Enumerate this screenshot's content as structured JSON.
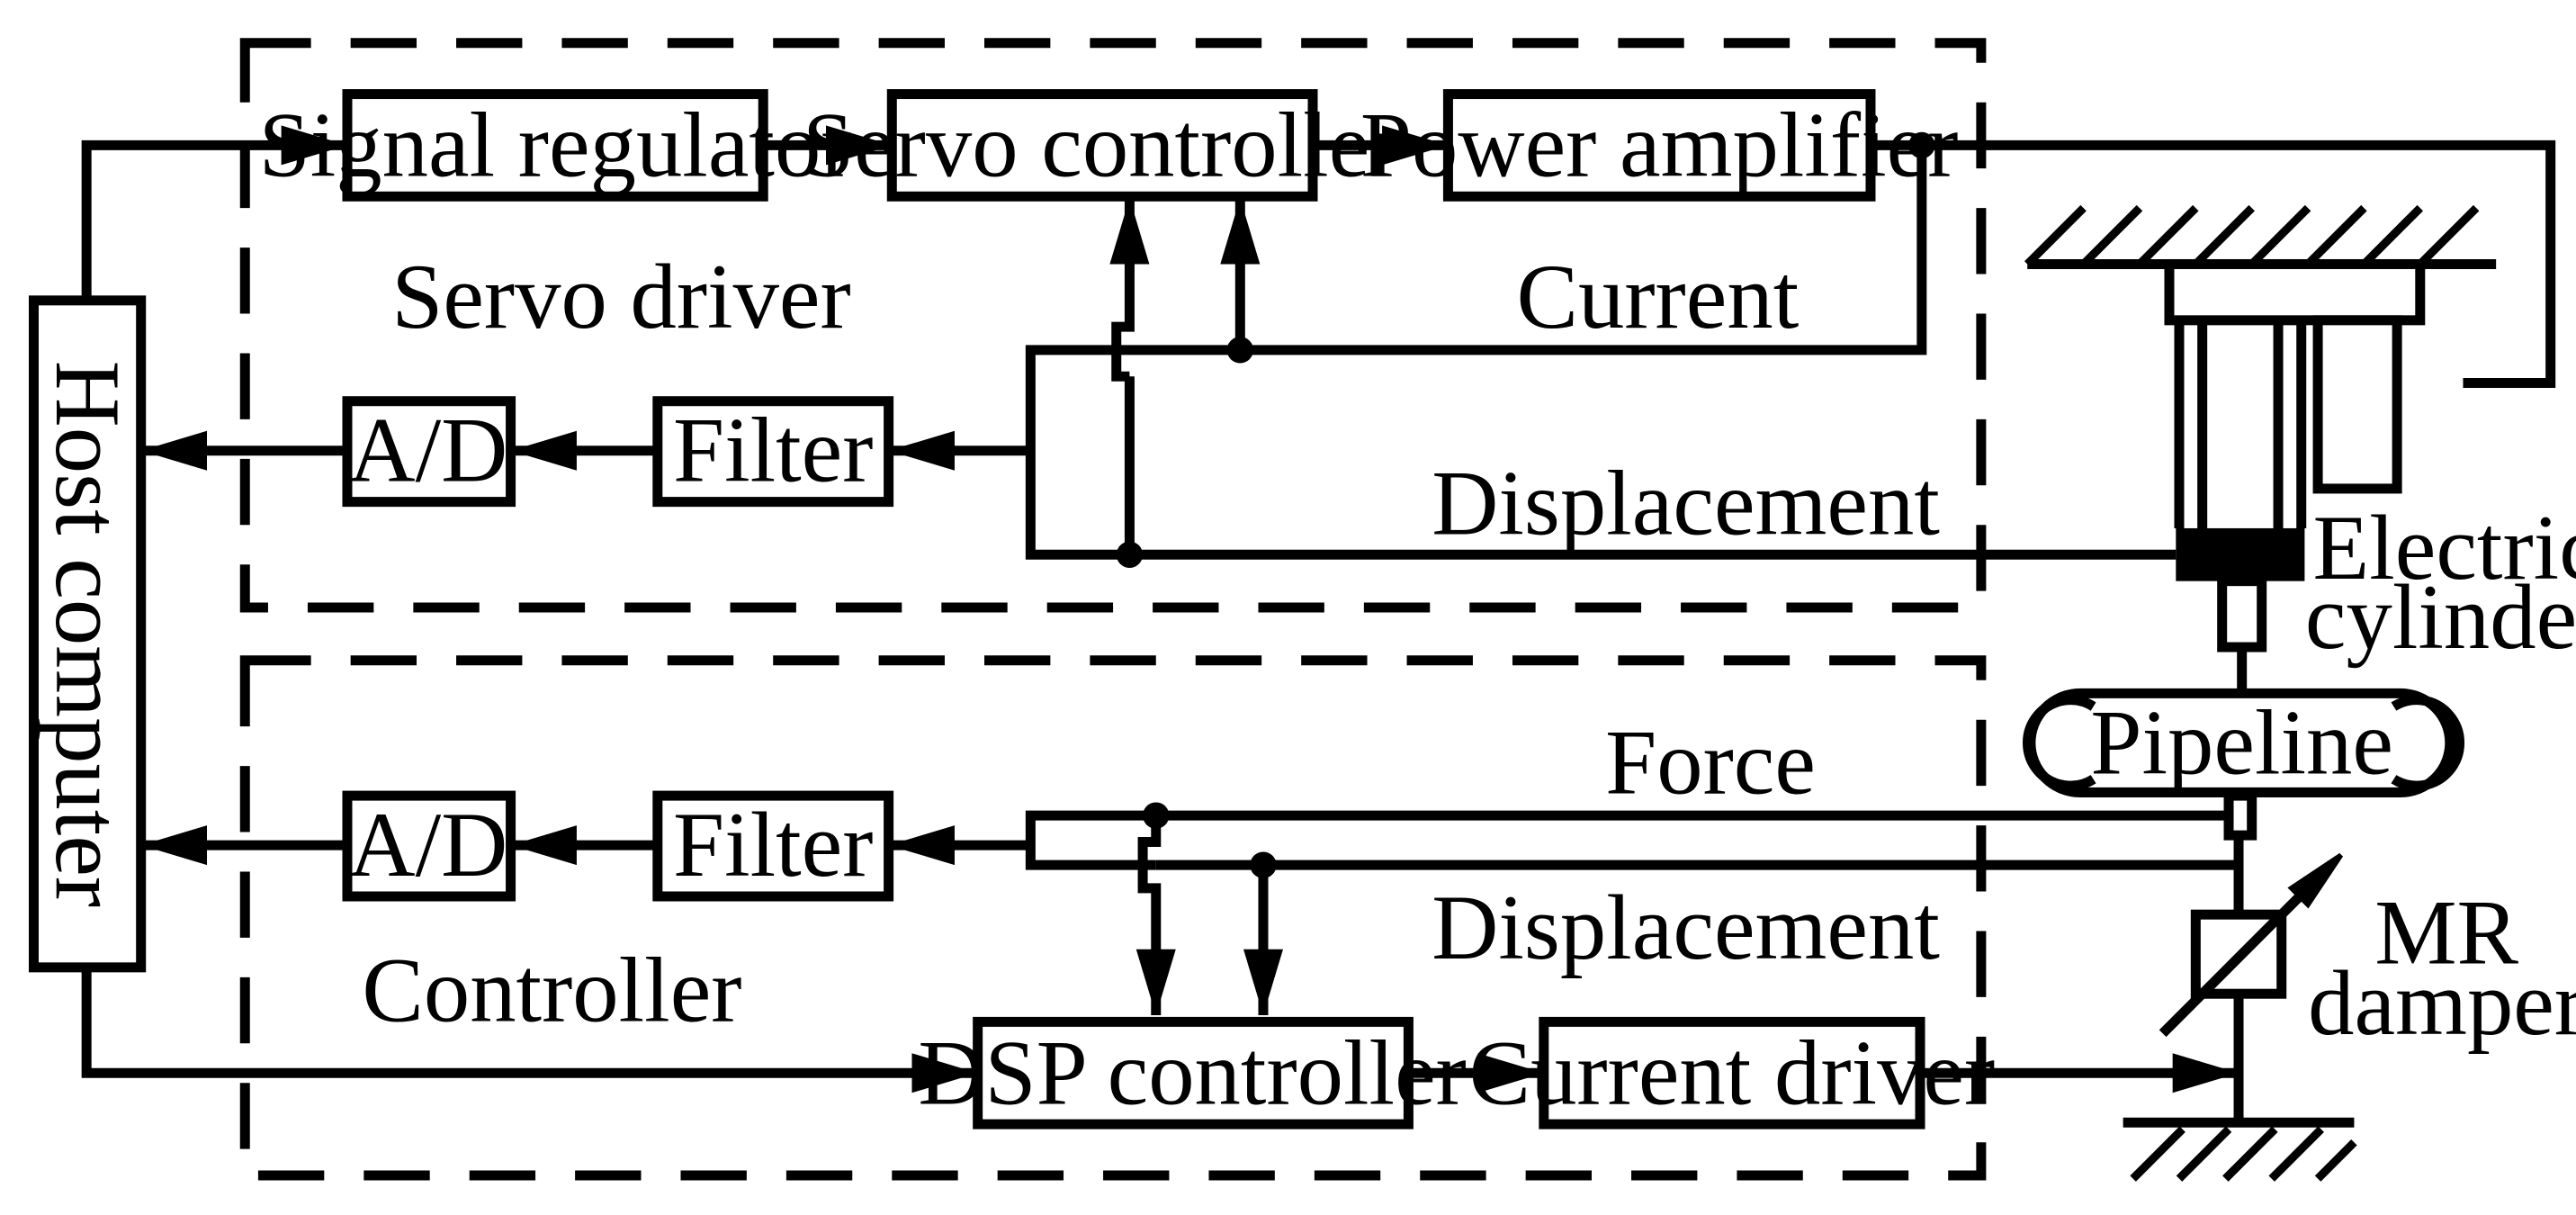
{
  "blocks": {
    "signal_regulator": "Signal regulator",
    "servo_controller": "Servo controller",
    "power_amplifier": "Power amplifier",
    "ad_top": "A/D",
    "filter_top": "Filter",
    "ad_bottom": "A/D",
    "filter_bottom": "Filter",
    "dsp_controller": "DSP controller",
    "current_driver": "Current driver",
    "host_computer": "Host computer",
    "pipeline": "Pipeline"
  },
  "labels": {
    "servo_driver": "Servo driver",
    "controller": "Controller",
    "current": "Current",
    "displacement_top": "Displacement",
    "force": "Force",
    "displacement_bottom": "Displacement",
    "electric_cylinder_line1": "Electric",
    "electric_cylinder_line2": "cylinder",
    "mr_damper_line1": "MR",
    "mr_damper_line2": "damper"
  }
}
